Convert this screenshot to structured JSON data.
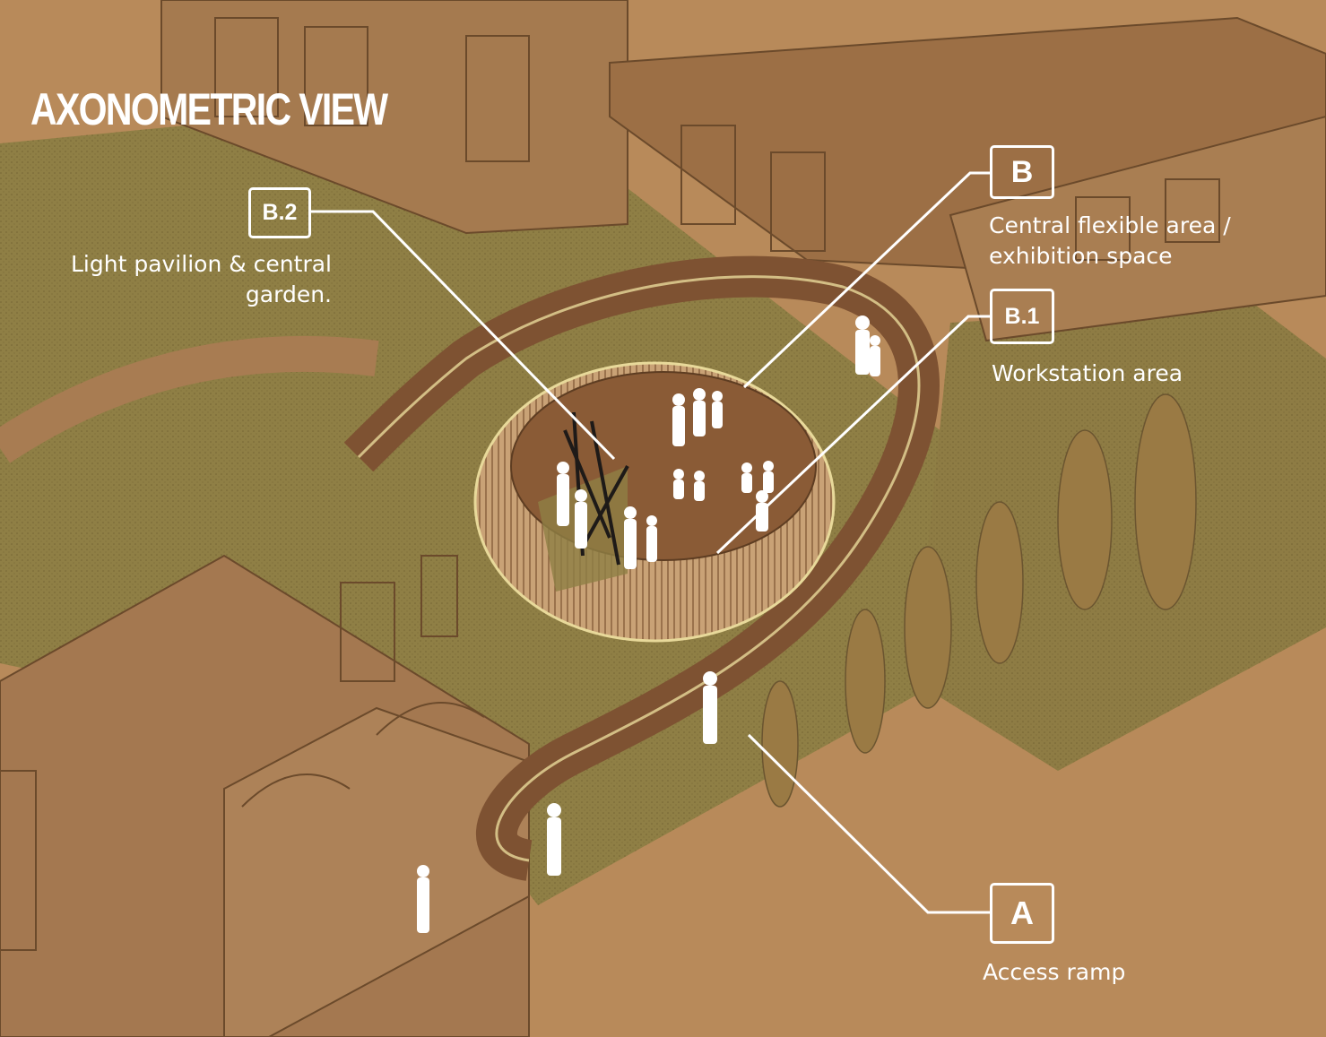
{
  "title": "AXONOMETRIC VIEW",
  "labels": {
    "b2": {
      "code": "B.2",
      "line1": "Light pavilion & central",
      "line2": "garden."
    },
    "b": {
      "code": "B",
      "line1": "Central flexible area /",
      "line2": "exhibition space"
    },
    "b1": {
      "code": "B.1",
      "line1": "Workstation area"
    },
    "a": {
      "code": "A",
      "line1": "Access ramp"
    }
  },
  "colors": {
    "ground": "#b88a5a",
    "lawn": "#8f7f45",
    "building": "#a57a4f",
    "ramp": "#8a5a35",
    "accent_line": "#ffffff"
  }
}
